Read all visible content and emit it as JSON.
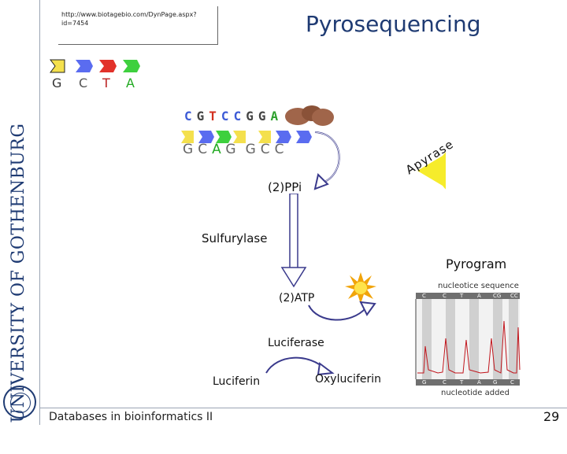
{
  "header": {
    "url": "http://www.biotagebio.com/DynPage.aspx?id=7454",
    "title": "Pyrosequencing"
  },
  "sidebar": {
    "university": "UNIVERSITY OF GOTHENBURG"
  },
  "nucleotides": {
    "items": [
      {
        "letter": "G",
        "color": "#f4e04d"
      },
      {
        "letter": "C",
        "color": "#5a6cf0"
      },
      {
        "letter": "T",
        "color": "#e2322a"
      },
      {
        "letter": "A",
        "color": "#3ed03e"
      }
    ]
  },
  "strand": {
    "template": [
      "C",
      "G",
      "T",
      "C",
      "C",
      "G",
      "G",
      "A"
    ],
    "template_colors": [
      "#3d5bd6",
      "#555555",
      "#d3301f",
      "#3d5bd6",
      "#3d5bd6",
      "#555555",
      "#555555",
      "#2da02d"
    ],
    "synthesized": [
      "G",
      "C",
      "A",
      "G",
      "G",
      "C",
      "C"
    ]
  },
  "labels": {
    "ppi": "(2)PPi",
    "apyrase": "Apyrase",
    "sulfurylase": "Sulfurylase",
    "pyrogram": "Pyrogram",
    "atp": "(2)ATP",
    "luciferase": "Luciferase",
    "luciferin": "Luciferin",
    "oxyluciferin": "Oxyluciferin"
  },
  "pyrogram": {
    "top_label": "nucleotice sequence",
    "bottom_label": "nucleotide added",
    "top_ticks": [
      "C",
      "C",
      "T",
      "A",
      "CG",
      "CC"
    ],
    "bottom_ticks": [
      "G",
      "C",
      "T",
      "A",
      "G",
      "C"
    ]
  },
  "footer": {
    "course": "Databases in bioinformatics II",
    "page": "29"
  }
}
